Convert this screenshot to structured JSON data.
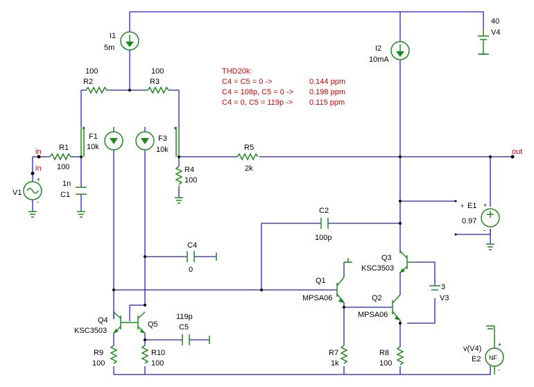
{
  "components": {
    "I1": {
      "name": "I1",
      "value": "5m"
    },
    "I2": {
      "name": "I2",
      "value": "10mA"
    },
    "V4": {
      "name": "V4",
      "value": "40"
    },
    "R1": {
      "name": "R1",
      "value": "100"
    },
    "R2": {
      "name": "R2",
      "value": "100"
    },
    "R3": {
      "name": "R3",
      "value": "100"
    },
    "R4": {
      "name": "R4",
      "value": "100"
    },
    "R5": {
      "name": "R5",
      "value": "2k"
    },
    "R7": {
      "name": "R7",
      "value": "1k"
    },
    "R8": {
      "name": "R8",
      "value": "100"
    },
    "R9": {
      "name": "R9",
      "value": "100"
    },
    "R10": {
      "name": "R10",
      "value": "100"
    },
    "C1": {
      "name": "C1",
      "value": "1n"
    },
    "C2": {
      "name": "C2",
      "value": "100p"
    },
    "C4": {
      "name": "C4",
      "value": "0"
    },
    "C5": {
      "name": "C5",
      "value": "119p"
    },
    "F1": {
      "name": "F1",
      "value": "10k"
    },
    "F3": {
      "name": "F3",
      "value": "10k"
    },
    "E1": {
      "name": "E1",
      "value": "0.97"
    },
    "E2": {
      "name": "E2",
      "value": "v(V4)"
    },
    "V1": {
      "name": "V1"
    },
    "V3": {
      "name": "V3",
      "value": "3"
    },
    "Q1": {
      "name": "Q1",
      "model": "MPSA06"
    },
    "Q2": {
      "name": "Q2",
      "model": "MPSA06"
    },
    "Q3": {
      "name": "Q3",
      "model": "KSC3503"
    },
    "Q4": {
      "name": "Q4",
      "model": "KSC3503"
    },
    "Q5": {
      "name": "Q5"
    }
  },
  "nets": {
    "in_label": "in",
    "in2_label": "in",
    "out_label": "out"
  },
  "symbols": {
    "plus": "+",
    "minus": "-",
    "nf": "NF"
  },
  "annotation": {
    "title": "THD20k:",
    "rows": [
      {
        "condition": "C4 = C5 = 0 ->",
        "result": "0.144 ppm"
      },
      {
        "condition": "C4 = 108p, C5 = 0 ->",
        "result": "0.198 ppm"
      },
      {
        "condition": "C4 = 0, C5 = 119p ->",
        "result": "0.115 ppm"
      }
    ]
  },
  "colors": {
    "wire": "#1f1fbf",
    "component": "#1a8a1a",
    "annotation": "#cc0000"
  }
}
